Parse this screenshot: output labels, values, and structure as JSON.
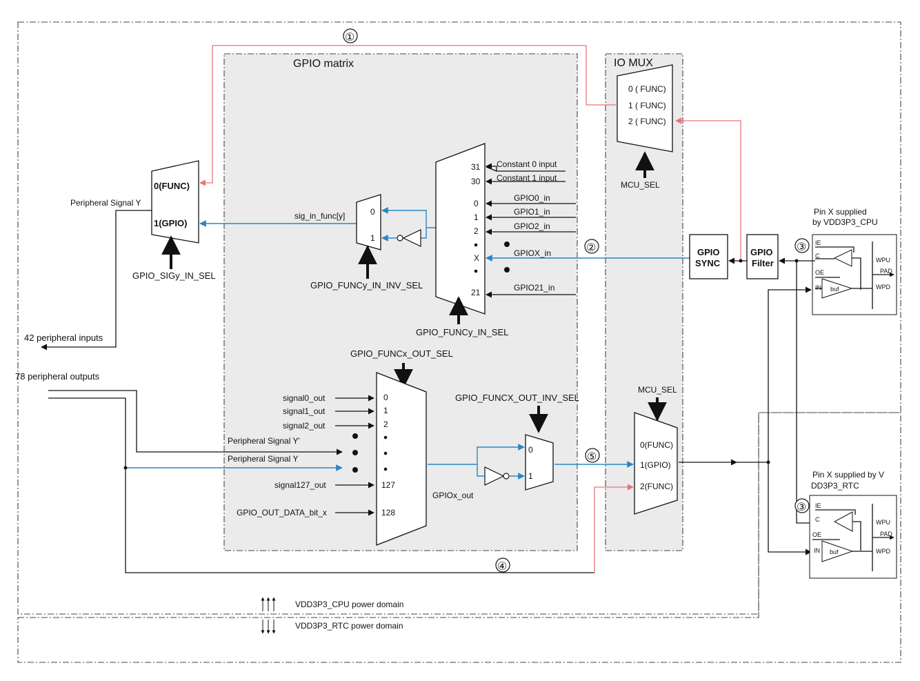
{
  "regions": {
    "gpio_matrix": "GPIO matrix",
    "io_mux": "IO MUX"
  },
  "markers": [
    "①",
    "②",
    "③",
    "④",
    "⑤"
  ],
  "in_side": {
    "peripheral_signal_y": "Peripheral Signal Y",
    "mux_func": "0(FUNC)",
    "mux_gpio": "1(GPIO)",
    "gpio_sigy_in_sel": "GPIO_SIGy_IN_SEL",
    "peripheral_inputs": "42 peripheral inputs",
    "sig_in_func": "sig_in_func[y]",
    "inv_mux_0": "0",
    "inv_mux_1": "1",
    "gpio_funcy_in_inv_sel": "GPIO_FUNCy_IN_INV_SEL",
    "gpio_funcy_in_sel": "GPIO_FUNCy_IN_SEL",
    "in_ports": [
      "31",
      "30",
      "0",
      "1",
      "2",
      "X",
      "21"
    ],
    "constant_0": "Constant 0 input",
    "constant_1": "Constant 1 input",
    "gpio0_in": "GPIO0_in",
    "gpio1_in": "GPIO1_in",
    "gpio2_in": "GPIO2_in",
    "gpiox_in": "GPIOX_in",
    "gpio21_in": "GPIO21_in"
  },
  "io_mux": {
    "func_inputs": [
      "0 ( FUNC)",
      "1 ( FUNC)",
      "2 ( FUNC)"
    ],
    "mcu_sel_top": "MCU_SEL",
    "mcu_sel_bottom": "MCU_SEL",
    "out_inputs": [
      "0(FUNC)",
      "1(GPIO)",
      "2(FUNC)"
    ]
  },
  "blocks": {
    "gpio_sync": [
      "GPIO",
      "SYNC"
    ],
    "gpio_filter": [
      "GPIO",
      "Filter"
    ]
  },
  "out_side": {
    "gpio_funcx_out_sel": "GPIO_FUNCx_OUT_SEL",
    "peripheral_outputs": "78 peripheral outputs",
    "signals": [
      "signal0_out",
      "signal1_out",
      "signal2_out"
    ],
    "signal127": "signal127_out",
    "out_data_bit": "GPIO_OUT_DATA_bit_x",
    "peripheral_signal_y_prime": "Peripheral Signal Y'",
    "peripheral_signal_y": "Peripheral Signal Y",
    "out_ports": [
      "0",
      "1",
      "2",
      "127",
      "128"
    ],
    "gpiox_out": "GPIOx_out",
    "gpio_funcx_out_inv_sel": "GPIO_FUNCX_OUT_INV_SEL",
    "inv_out_0": "0",
    "inv_out_1": "1"
  },
  "pads": {
    "cpu_title": [
      "Pin X supplied",
      "by VDD3P3_CPU"
    ],
    "rtc_title": [
      "Pin X supplied by V",
      "DD3P3_RTC"
    ],
    "ie": "IE",
    "c": "C",
    "oe": "OE",
    "in": "IN",
    "buf": "buf",
    "wpu": "WPU",
    "pad": "PAD",
    "wpd": "WPD"
  },
  "legend": {
    "cpu_domain": "VDD3P3_CPU power domain",
    "rtc_domain": "VDD3P3_RTC power domain"
  },
  "colors": {
    "blue_path": "#2a86c8",
    "red_path": "#e8737a",
    "region_fill": "#ebebeb"
  }
}
